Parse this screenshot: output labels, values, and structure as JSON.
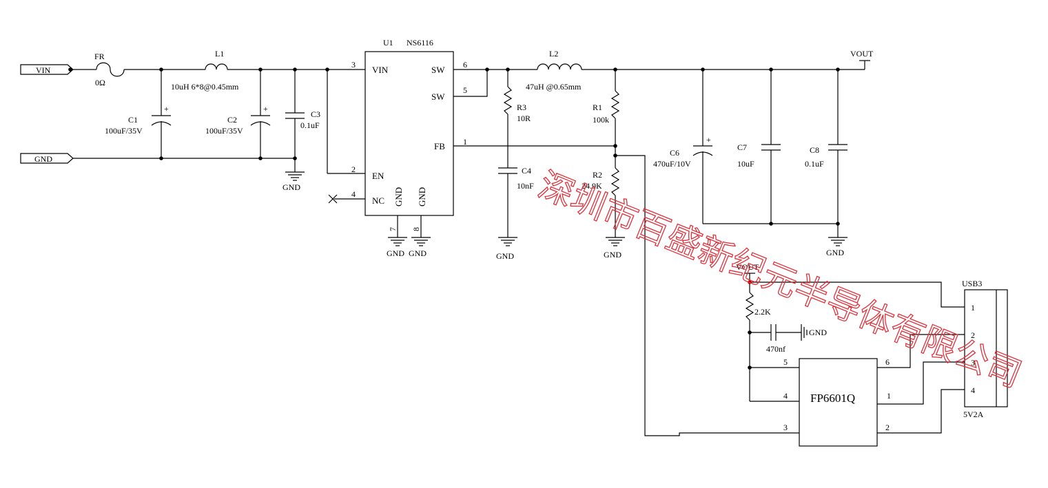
{
  "ports": {
    "vin": "VIN",
    "gnd": "GND"
  },
  "fuse": {
    "ref": "FR",
    "value": "0Ω"
  },
  "l1": {
    "ref": "L1",
    "value": "10uH 6*8@0.45mm"
  },
  "c1": {
    "ref": "C1",
    "value": "100uF/35V"
  },
  "c2": {
    "ref": "C2",
    "value": "100uF/35V"
  },
  "c3": {
    "ref": "C3",
    "value": "0.1uF"
  },
  "u1": {
    "ref": "U1",
    "part": "NS6116",
    "pins": {
      "vin": "VIN",
      "en": "EN",
      "nc": "NC",
      "sw1": "SW",
      "sw2": "SW",
      "fb": "FB",
      "gnd7": "GND",
      "gnd8": "GND",
      "n1": "1",
      "n2": "2",
      "n3": "3",
      "n4": "4",
      "n5": "5",
      "n6": "6",
      "n7": "7",
      "n8": "8"
    }
  },
  "l2": {
    "ref": "L2",
    "value": "47uH @0.65mm"
  },
  "r1": {
    "ref": "R1",
    "value": "100k"
  },
  "r2": {
    "ref": "R2",
    "value": "24.9K"
  },
  "r3": {
    "ref": "R3",
    "value": "10R"
  },
  "c4": {
    "ref": "C4",
    "value": "10nF"
  },
  "c6": {
    "ref": "C6",
    "value": "470uF/10V"
  },
  "c7": {
    "ref": "C7",
    "value": "10uF"
  },
  "c8": {
    "ref": "C8",
    "value": "0.1uF"
  },
  "vout": "VOUT",
  "gnd_symbol": "GND",
  "fp": {
    "part": "FP6601Q",
    "pins": {
      "p1": "1",
      "p2": "2",
      "p3": "3",
      "p4": "4",
      "p5": "5",
      "p6": "6"
    },
    "res": "2.2K",
    "cap": "470nf"
  },
  "usb": {
    "ref": "USB3",
    "rating": "5V2A",
    "pins": [
      "1",
      "2",
      "3",
      "4"
    ]
  },
  "watermark": "深圳市百盛新纪元半导体有限公司"
}
